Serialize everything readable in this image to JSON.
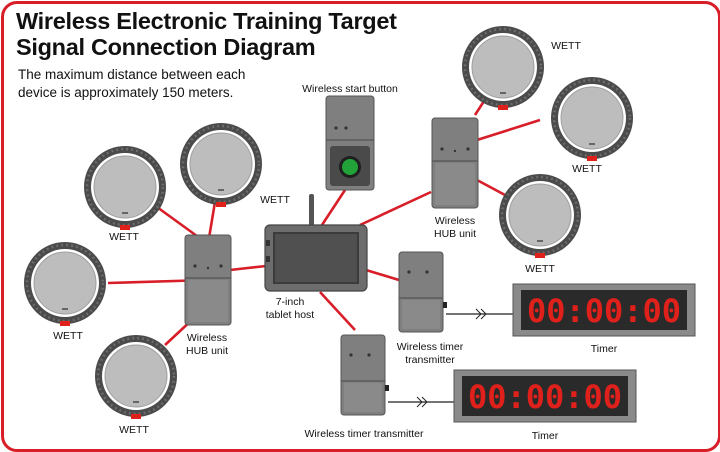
{
  "title": {
    "line1": "Wireless Electronic Training Target",
    "line2": "Signal Connection Diagram"
  },
  "subtitle": {
    "line1": "The maximum distance between each",
    "line2": "device is approximately 150 meters."
  },
  "labels": {
    "target": "WETT",
    "hub": [
      "Wireless",
      "HUB unit"
    ],
    "tablet": [
      "7-inch",
      "tablet host"
    ],
    "start_button": "Wireless start button",
    "timer_tx_top": [
      "Wireless timer",
      "transmitter"
    ],
    "timer_tx_bottom": "Wireless timer transmitter",
    "timer": "Timer"
  },
  "timer_display": "00:00:00",
  "colors": {
    "accent": "#d81e28",
    "device": "#7f7f7f",
    "device_dark": "#555555",
    "target_face": "#bdbdbd",
    "led": "#e0201b",
    "button_green": "#22a33a"
  },
  "icons": {
    "wired_link": "cable-break-icon"
  }
}
